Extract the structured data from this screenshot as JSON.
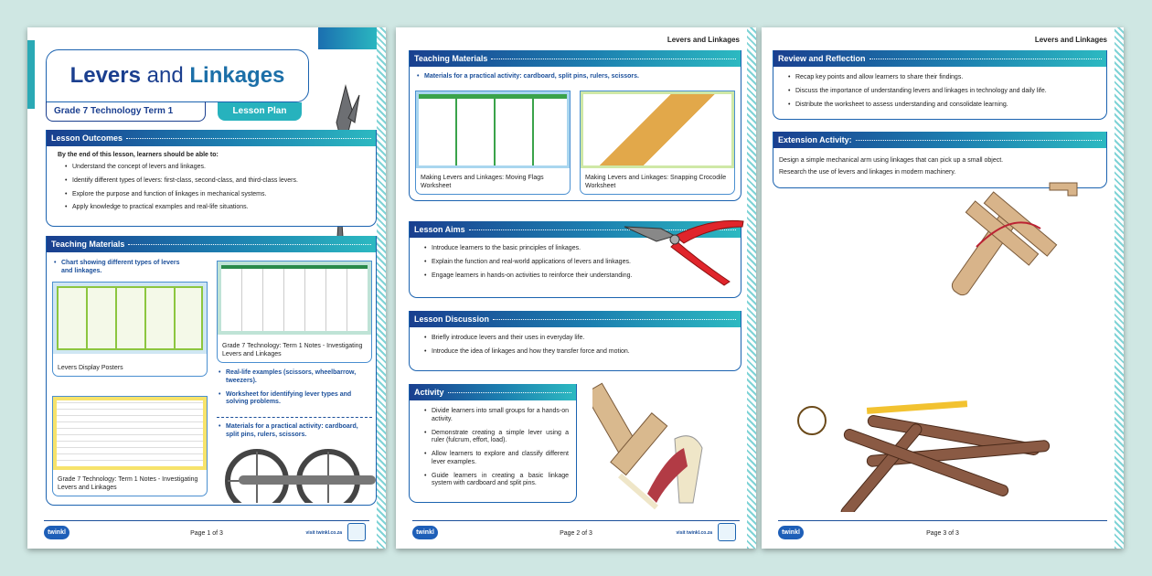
{
  "running_header": "Levers and Linkages",
  "footer": {
    "logo": "twinkl",
    "url": "visit twinkl.co.za"
  },
  "page1": {
    "title_bold1": "Levers",
    "title_mid": " and ",
    "title_bold2": "Linkages",
    "subtitle": "Grade 7 Technology Term 1",
    "tag": "Lesson Plan",
    "outcomes": {
      "heading": "Lesson Outcomes",
      "intro": "By the end of this lesson, learners should be able to:",
      "items": [
        "Understand the concept of levers and linkages.",
        "Identify different types of levers: first-class, second-class, and third-class levers.",
        "Explore the purpose and function of linkages in mechanical systems.",
        "Apply knowledge to practical examples and real-life situations."
      ]
    },
    "materials": {
      "heading": "Teaching Materials",
      "item_chart": "Chart showing different types of levers and linkages.",
      "card1": "Levers Display Posters",
      "card2": "Grade 7 Technology: Term 1 Notes - Investigating Levers and Linkages",
      "card3": "Grade 7 Technology: Term 1 Notes - Investigating Levers and Linkages",
      "items": [
        "Real-life examples (scissors, wheelbarrow, tweezers).",
        "Worksheet for identifying lever types and solving problems."
      ],
      "item_materials": "Materials for a practical activity: cardboard, split pins, rulers, scissors."
    },
    "page_label": "Page 1 of 3"
  },
  "page2": {
    "materials": {
      "heading": "Teaching Materials",
      "item": "Materials for a practical activity: cardboard, split pins, rulers, scissors.",
      "card1": "Making Levers and Linkages: Moving Flags Worksheet",
      "card2": "Making Levers and Linkages: Snapping Crocodile Worksheet"
    },
    "aims": {
      "heading": "Lesson Aims",
      "items": [
        "Introduce learners to the basic principles of linkages.",
        "Explain the function and real-world applications of levers and linkages.",
        "Engage learners in hands-on activities to reinforce their understanding."
      ]
    },
    "discussion": {
      "heading": "Lesson Discussion",
      "items": [
        "Briefly introduce levers and their uses in everyday life.",
        "Introduce the idea of linkages and how they transfer force and motion."
      ]
    },
    "activity": {
      "heading": "Activity",
      "items": [
        "Divide learners into small groups for a hands-on activity.",
        "Demonstrate creating a simple lever using a ruler (fulcrum, effort, load).",
        "Allow learners to explore and classify different lever examples.",
        "Guide learners in creating a basic linkage system with cardboard and split pins."
      ]
    },
    "page_label": "Page 2 of 3"
  },
  "page3": {
    "review": {
      "heading": "Review and Reflection",
      "items": [
        "Recap key points and allow learners to share their findings.",
        "Discuss the importance of understanding levers and linkages in technology and daily life.",
        "Distribute the worksheet to assess understanding and consolidate learning."
      ]
    },
    "extension": {
      "heading": "Extension Activity:",
      "lines": [
        "Design a simple mechanical arm using linkages that can pick up a small object.",
        "Research the use of levers and linkages in modern machinery."
      ]
    },
    "page_label": "Page 3 of 3"
  }
}
